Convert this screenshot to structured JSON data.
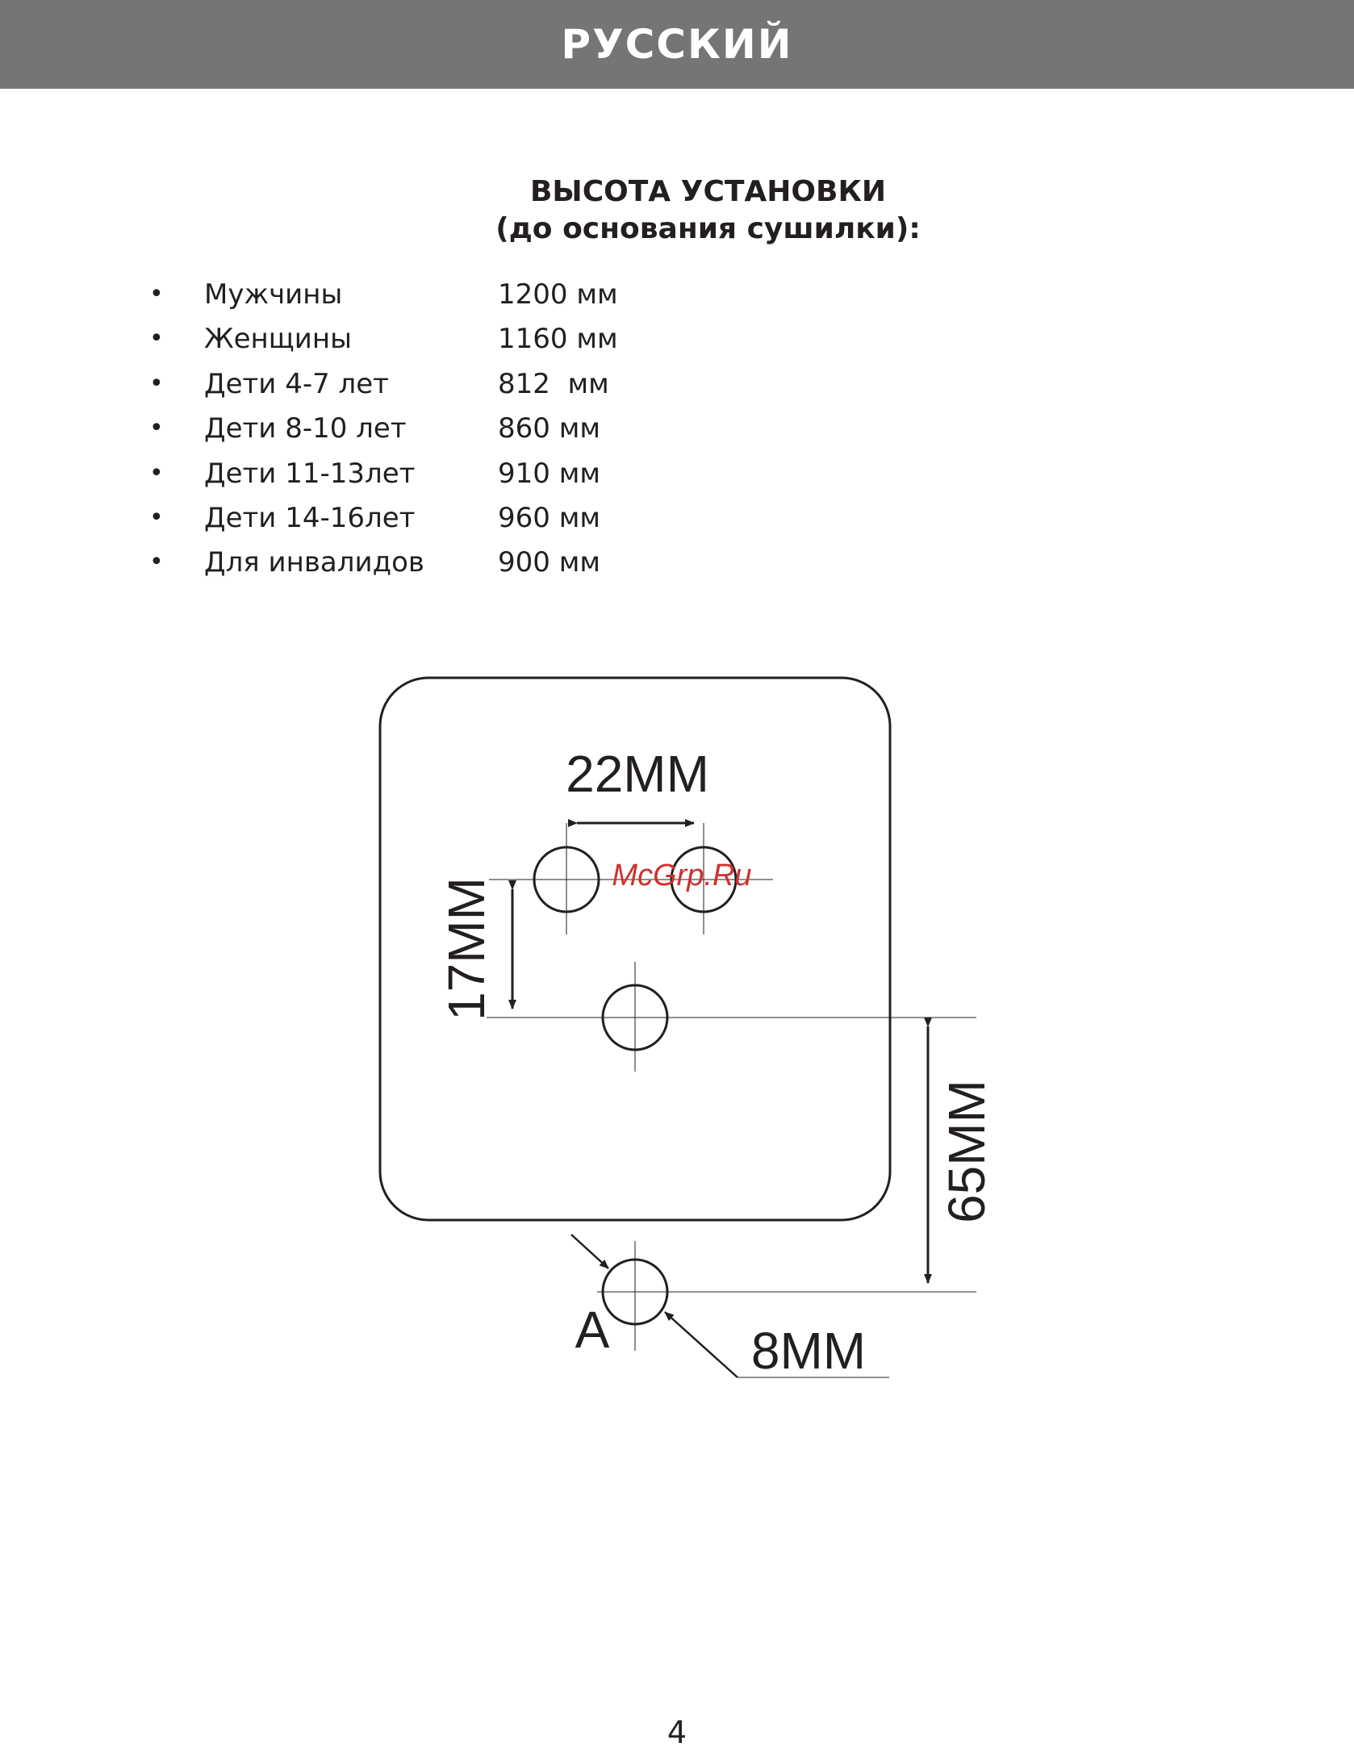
{
  "header": {
    "language": "РУССКИЙ"
  },
  "section": {
    "title_line1": "ВЫСОТА УСТАНОВКИ",
    "title_line2": "(до основания сушилки):"
  },
  "heights": [
    {
      "bullet": "•",
      "group": "Мужчины",
      "value": "1200 мм"
    },
    {
      "bullet": "•",
      "group": "Женщины",
      "value": "1160 мм"
    },
    {
      "bullet": "•",
      "group": "Дети 4-7 лет",
      "value": "812  мм"
    },
    {
      "bullet": "•",
      "group": "Дети 8-10 лет",
      "value": "860 мм"
    },
    {
      "bullet": "•",
      "group": "Дети 11-13лет",
      "value": "910 мм"
    },
    {
      "bullet": "•",
      "group": "Дети 14-16лет",
      "value": "960 мм"
    },
    {
      "bullet": "•",
      "group": "Для инвалидов",
      "value": "900 мм"
    }
  ],
  "diagram": {
    "dim_horizontal": "22MM",
    "dim_vertical_small": "17MM",
    "dim_vertical_large": "65MM",
    "dim_diameter": "8MM",
    "point_label": "A",
    "watermark": "McGrp.Ru"
  },
  "page_number": "4"
}
